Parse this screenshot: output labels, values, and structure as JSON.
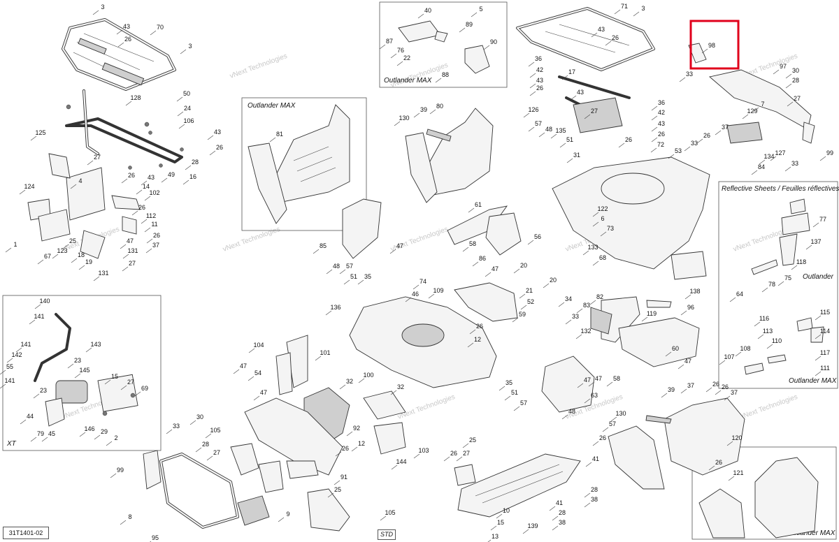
{
  "diagram": {
    "document_code": "31T1401-02",
    "watermark": "vNext Technologies",
    "insets": {
      "outlander_max_top": "Outlander MAX",
      "outlander_max_footrest": "Outlander MAX",
      "reflective_sheets": "Reflective Sheets / Feuilles réflectives",
      "outlander": "Outlander",
      "outlander_max_sheets": "Outlander MAX",
      "xt": "XT",
      "std": "STD",
      "outlander_max_bottom": "Outlander MAX"
    },
    "highlight_color": "#e0001b",
    "callouts": [
      {
        "label": "3"
      },
      {
        "label": "70"
      },
      {
        "label": "43"
      },
      {
        "label": "26"
      },
      {
        "label": "3"
      },
      {
        "label": "50"
      },
      {
        "label": "128"
      },
      {
        "label": "24"
      },
      {
        "label": "106"
      },
      {
        "label": "125"
      },
      {
        "label": "43"
      },
      {
        "label": "26"
      },
      {
        "label": "28"
      },
      {
        "label": "16"
      },
      {
        "label": "49"
      },
      {
        "label": "43"
      },
      {
        "label": "26"
      },
      {
        "label": "27"
      },
      {
        "label": "14"
      },
      {
        "label": "102"
      },
      {
        "label": "124"
      },
      {
        "label": "4"
      },
      {
        "label": "26"
      },
      {
        "label": "112"
      },
      {
        "label": "11"
      },
      {
        "label": "26"
      },
      {
        "label": "37"
      },
      {
        "label": "1"
      },
      {
        "label": "47"
      },
      {
        "label": "131"
      },
      {
        "label": "67"
      },
      {
        "label": "123"
      },
      {
        "label": "25"
      },
      {
        "label": "18"
      },
      {
        "label": "19"
      },
      {
        "label": "27"
      },
      {
        "label": "131"
      },
      {
        "label": "40"
      },
      {
        "label": "5"
      },
      {
        "label": "87"
      },
      {
        "label": "89"
      },
      {
        "label": "76"
      },
      {
        "label": "22"
      },
      {
        "label": "90"
      },
      {
        "label": "88"
      },
      {
        "label": "81"
      },
      {
        "label": "39"
      },
      {
        "label": "130"
      },
      {
        "label": "80"
      },
      {
        "label": "71"
      },
      {
        "label": "3"
      },
      {
        "label": "43"
      },
      {
        "label": "26"
      },
      {
        "label": "36"
      },
      {
        "label": "42"
      },
      {
        "label": "43"
      },
      {
        "label": "26"
      },
      {
        "label": "17"
      },
      {
        "label": "43"
      },
      {
        "label": "126"
      },
      {
        "label": "27"
      },
      {
        "label": "36"
      },
      {
        "label": "42"
      },
      {
        "label": "43"
      },
      {
        "label": "26"
      },
      {
        "label": "57"
      },
      {
        "label": "48"
      },
      {
        "label": "135"
      },
      {
        "label": "51"
      },
      {
        "label": "31"
      },
      {
        "label": "26"
      },
      {
        "label": "72"
      },
      {
        "label": "53"
      },
      {
        "label": "98"
      },
      {
        "label": "33"
      },
      {
        "label": "97"
      },
      {
        "label": "30"
      },
      {
        "label": "28"
      },
      {
        "label": "27"
      },
      {
        "label": "7"
      },
      {
        "label": "129"
      },
      {
        "label": "37"
      },
      {
        "label": "26"
      },
      {
        "label": "33"
      },
      {
        "label": "134"
      },
      {
        "label": "127"
      },
      {
        "label": "84"
      },
      {
        "label": "33"
      },
      {
        "label": "99"
      },
      {
        "label": "77"
      },
      {
        "label": "137"
      },
      {
        "label": "118"
      },
      {
        "label": "75"
      },
      {
        "label": "78"
      },
      {
        "label": "64"
      },
      {
        "label": "116"
      },
      {
        "label": "115"
      },
      {
        "label": "113"
      },
      {
        "label": "114"
      },
      {
        "label": "117"
      },
      {
        "label": "108"
      },
      {
        "label": "110"
      },
      {
        "label": "107"
      },
      {
        "label": "111"
      },
      {
        "label": "85"
      },
      {
        "label": "47"
      },
      {
        "label": "48"
      },
      {
        "label": "57"
      },
      {
        "label": "51"
      },
      {
        "label": "35"
      },
      {
        "label": "61"
      },
      {
        "label": "58"
      },
      {
        "label": "56"
      },
      {
        "label": "86"
      },
      {
        "label": "122"
      },
      {
        "label": "6"
      },
      {
        "label": "73"
      },
      {
        "label": "133"
      },
      {
        "label": "68"
      },
      {
        "label": "20"
      },
      {
        "label": "20"
      },
      {
        "label": "21"
      },
      {
        "label": "34"
      },
      {
        "label": "138"
      },
      {
        "label": "74"
      },
      {
        "label": "46"
      },
      {
        "label": "109"
      },
      {
        "label": "47"
      },
      {
        "label": "26"
      },
      {
        "label": "52"
      },
      {
        "label": "59"
      },
      {
        "label": "136"
      },
      {
        "label": "12"
      },
      {
        "label": "82"
      },
      {
        "label": "83"
      },
      {
        "label": "33"
      },
      {
        "label": "132"
      },
      {
        "label": "96"
      },
      {
        "label": "119"
      },
      {
        "label": "60"
      },
      {
        "label": "47"
      },
      {
        "label": "58"
      },
      {
        "label": "140"
      },
      {
        "label": "141"
      },
      {
        "label": "143"
      },
      {
        "label": "141"
      },
      {
        "label": "142"
      },
      {
        "label": "55"
      },
      {
        "label": "141"
      },
      {
        "label": "23"
      },
      {
        "label": "145"
      },
      {
        "label": "23"
      },
      {
        "label": "44"
      },
      {
        "label": "79"
      },
      {
        "label": "45"
      },
      {
        "label": "146"
      },
      {
        "label": "15"
      },
      {
        "label": "27"
      },
      {
        "label": "69"
      },
      {
        "label": "29"
      },
      {
        "label": "2"
      },
      {
        "label": "104"
      },
      {
        "label": "101"
      },
      {
        "label": "47"
      },
      {
        "label": "54"
      },
      {
        "label": "47"
      },
      {
        "label": "32"
      },
      {
        "label": "100"
      },
      {
        "label": "32"
      },
      {
        "label": "92"
      },
      {
        "label": "26"
      },
      {
        "label": "12"
      },
      {
        "label": "103"
      },
      {
        "label": "144"
      },
      {
        "label": "35"
      },
      {
        "label": "51"
      },
      {
        "label": "57"
      },
      {
        "label": "47"
      },
      {
        "label": "63"
      },
      {
        "label": "47"
      },
      {
        "label": "48"
      },
      {
        "label": "39"
      },
      {
        "label": "37"
      },
      {
        "label": "26"
      },
      {
        "label": "26"
      },
      {
        "label": "37"
      },
      {
        "label": "130"
      },
      {
        "label": "57"
      },
      {
        "label": "26"
      },
      {
        "label": "120"
      },
      {
        "label": "26"
      },
      {
        "label": "121"
      },
      {
        "label": "33"
      },
      {
        "label": "30"
      },
      {
        "label": "105"
      },
      {
        "label": "28"
      },
      {
        "label": "27"
      },
      {
        "label": "99"
      },
      {
        "label": "91"
      },
      {
        "label": "8"
      },
      {
        "label": "95"
      },
      {
        "label": "25"
      },
      {
        "label": "9"
      },
      {
        "label": "105"
      },
      {
        "label": "25"
      },
      {
        "label": "26"
      },
      {
        "label": "27"
      },
      {
        "label": "41"
      },
      {
        "label": "10"
      },
      {
        "label": "15"
      },
      {
        "label": "139"
      },
      {
        "label": "41"
      },
      {
        "label": "28"
      },
      {
        "label": "38"
      },
      {
        "label": "28"
      },
      {
        "label": "38"
      },
      {
        "label": "13"
      }
    ]
  }
}
